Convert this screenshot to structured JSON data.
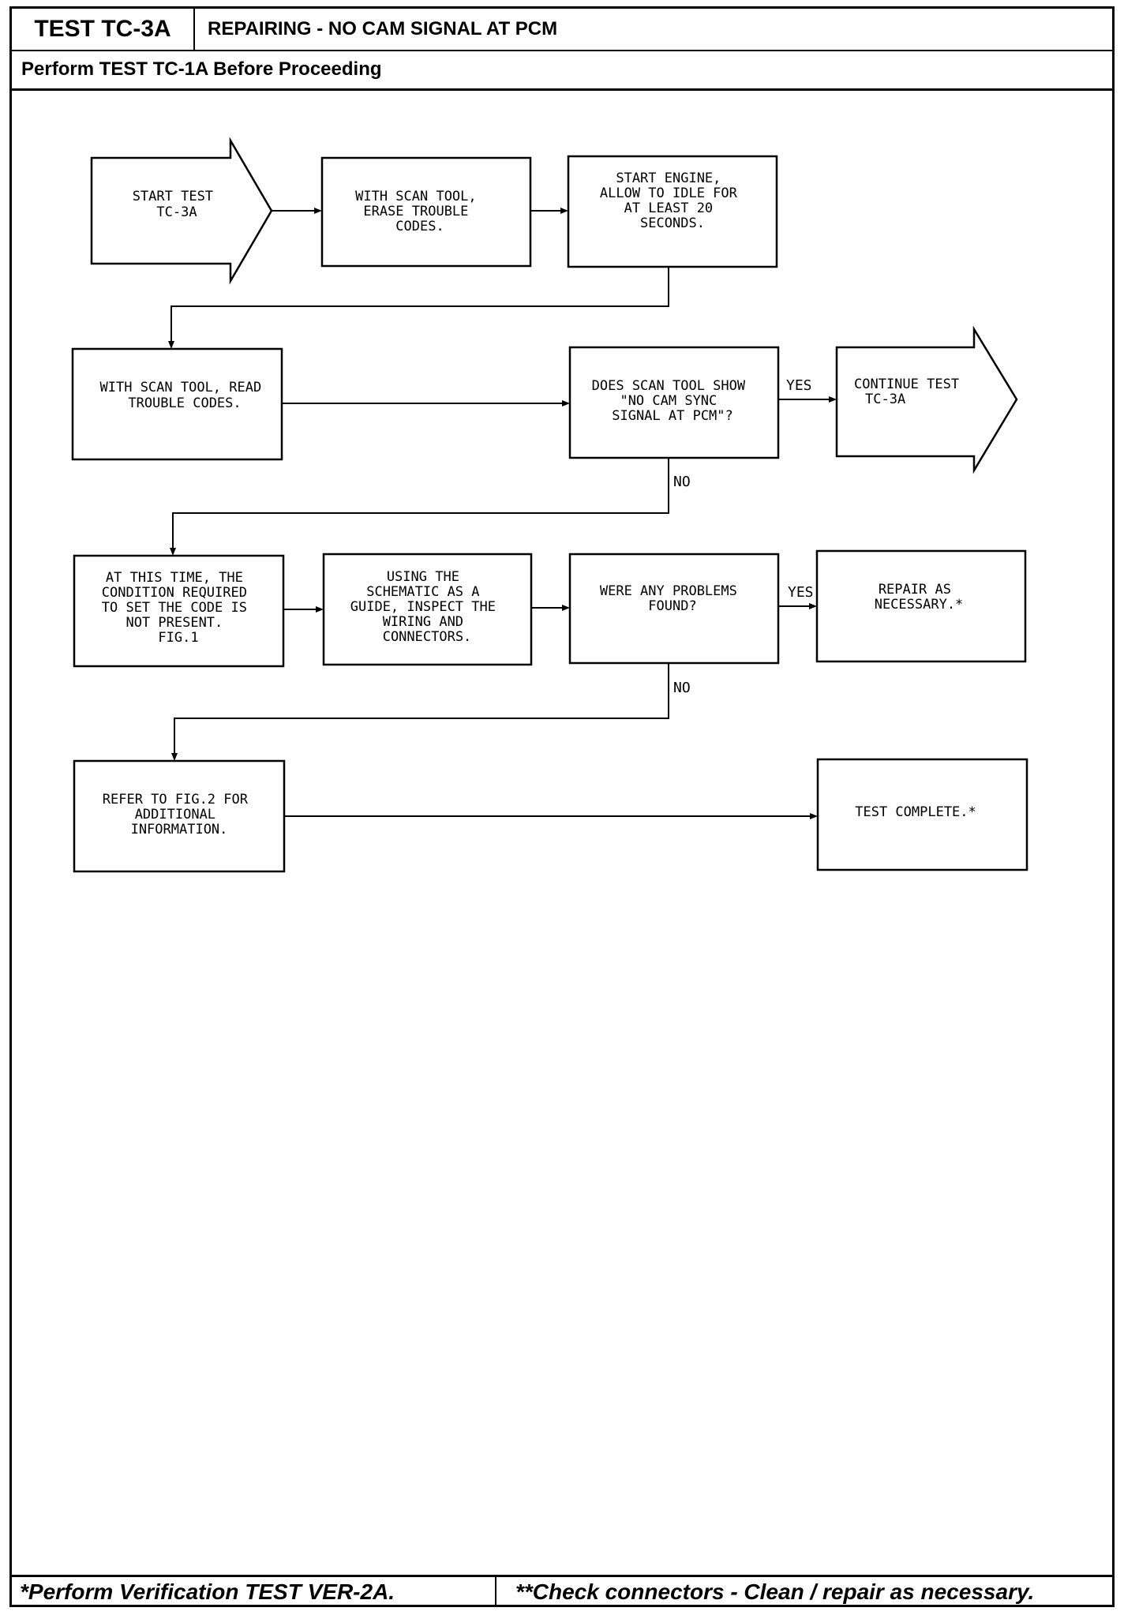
{
  "header": {
    "test_id": "TEST TC-3A",
    "title": "REPAIRING - NO CAM SIGNAL AT PCM",
    "prerequisite": "Perform TEST TC-1A Before Proceeding"
  },
  "flow": {
    "start": [
      "START TEST",
      "TC-3A"
    ],
    "erase": [
      "WITH SCAN TOOL,",
      "ERASE TROUBLE",
      "CODES."
    ],
    "start_engine": [
      "START ENGINE,",
      "ALLOW TO IDLE FOR",
      "AT LEAST 20",
      "SECONDS."
    ],
    "read_codes": [
      "WITH SCAN TOOL, READ",
      "TROUBLE CODES."
    ],
    "question1": [
      "DOES SCAN TOOL SHOW",
      "\"NO CAM SYNC",
      "SIGNAL AT PCM\"?"
    ],
    "continue": [
      "CONTINUE TEST",
      "TC-3A"
    ],
    "condition": [
      "AT THIS TIME, THE",
      "CONDITION REQUIRED",
      "TO SET THE CODE IS",
      "NOT PRESENT.",
      "FIG.1"
    ],
    "inspect": [
      "USING THE",
      "SCHEMATIC AS A",
      "GUIDE, INSPECT THE",
      "WIRING AND",
      "CONNECTORS."
    ],
    "question2": [
      "WERE ANY PROBLEMS",
      "FOUND?"
    ],
    "repair": [
      "REPAIR AS",
      "NECESSARY.*"
    ],
    "refer": [
      "REFER TO FIG.2 FOR",
      "ADDITIONAL",
      "INFORMATION."
    ],
    "complete": [
      "TEST COMPLETE.*"
    ],
    "yes_label": "YES",
    "no_label": "NO"
  },
  "footer": {
    "left": "*Perform Verification TEST VER-2A.",
    "right": "**Check connectors - Clean / repair as necessary."
  }
}
